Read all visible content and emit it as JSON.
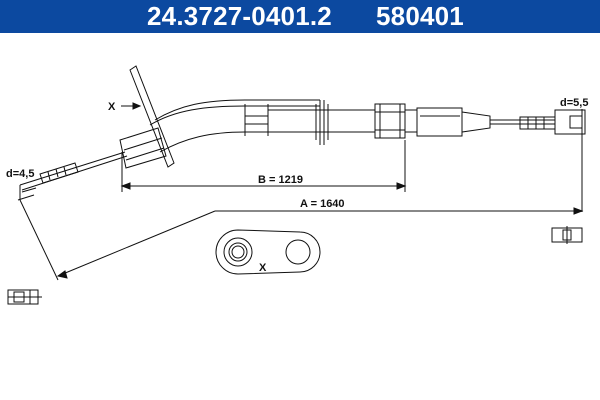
{
  "header": {
    "part_number": "24.3727-0401.2",
    "reference_code": "580401",
    "background_color": "#0c49a0",
    "text_color": "#ffffff"
  },
  "drawing": {
    "view_marker": "X",
    "detail_marker": "X",
    "dimensions": {
      "d_left": "d=4,5",
      "d_right": "d=5,5",
      "B": "B = 1219",
      "A": "A = 1640"
    },
    "line_color": "#111111"
  }
}
